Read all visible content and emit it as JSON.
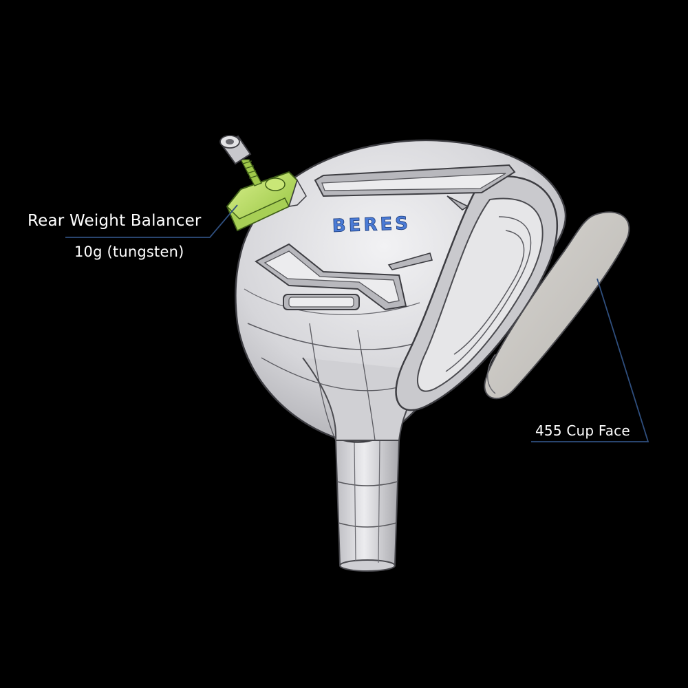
{
  "callouts": {
    "rear_weight": {
      "title": "Rear Weight Balancer",
      "detail": "10g (tungsten)"
    },
    "cup_face": {
      "title": "455 Cup Face"
    }
  },
  "brand_mark": "BERES",
  "colors": {
    "background": "#000000",
    "club_body": "#d9d9dc",
    "outline": "#3a3a3e",
    "weight_highlight": "#b9dc6a",
    "brand_blue": "#4b7bd6",
    "leader_line": "#2f4f7f"
  }
}
